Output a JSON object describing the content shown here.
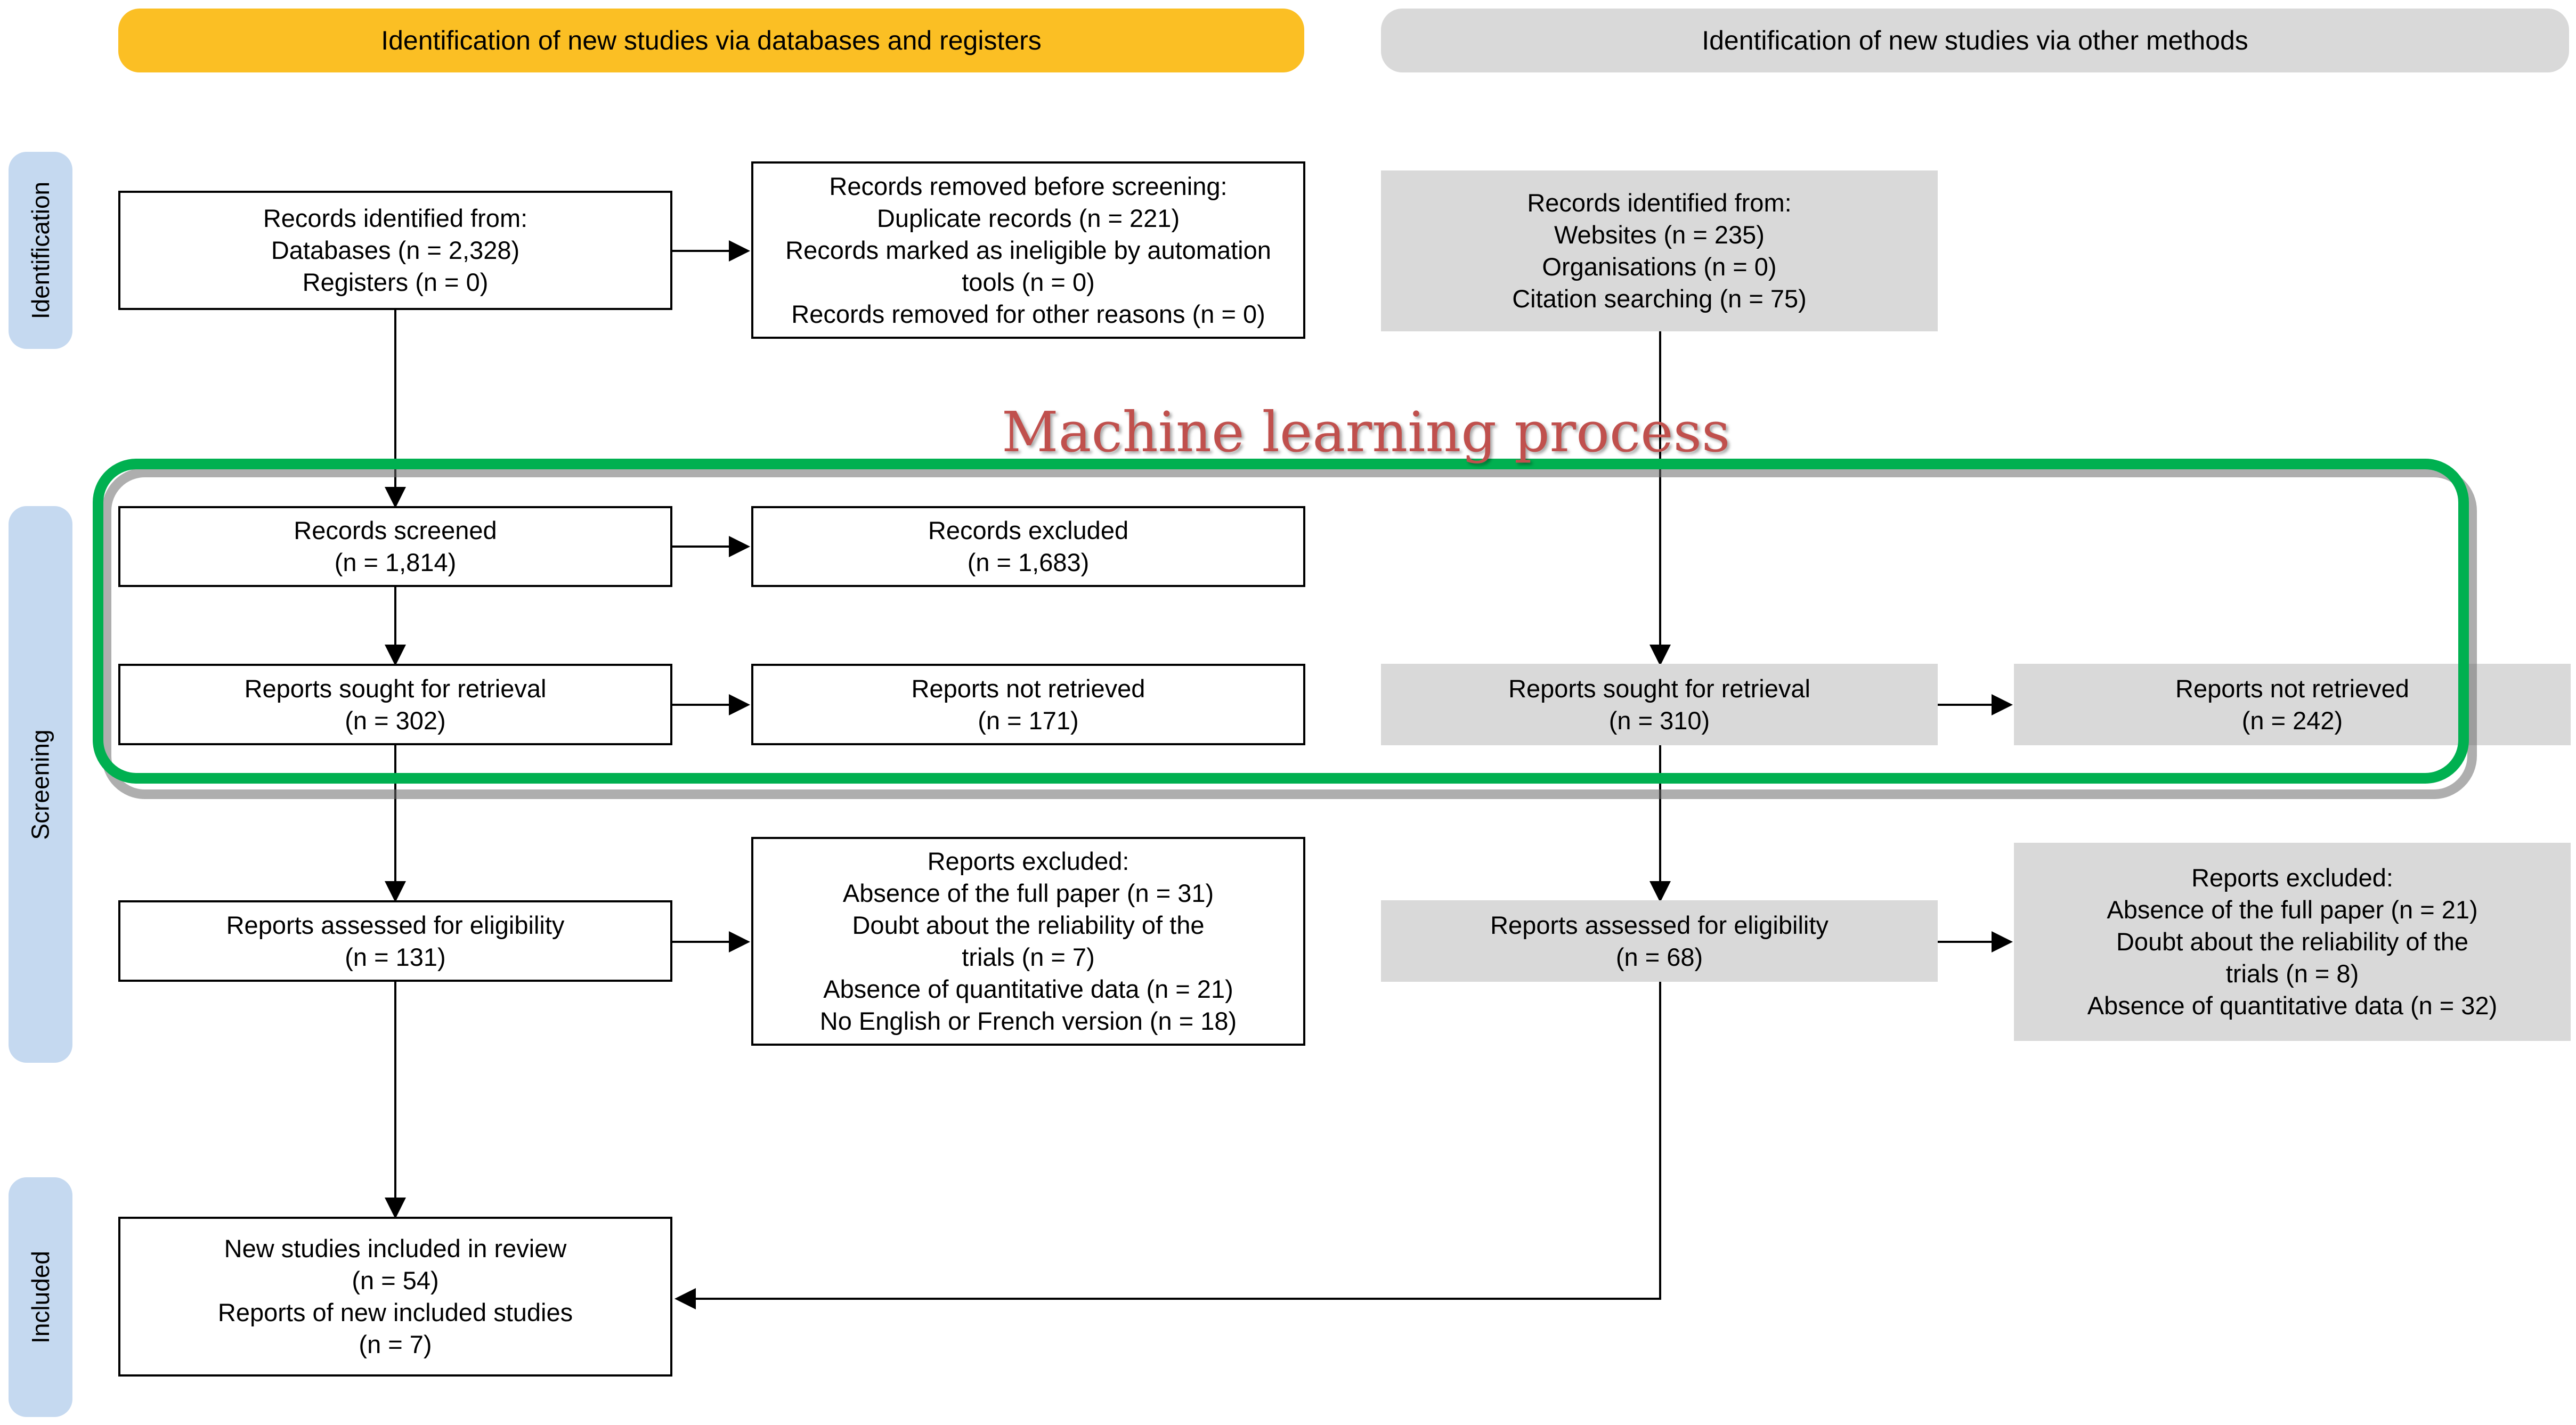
{
  "colors": {
    "header_db": "#fbbf24",
    "header_other": "#d9d9d9",
    "phase": "#c5d9f0",
    "ml_frame": "#00b050",
    "ml_label": "#c0504d",
    "grey_box": "#d9d9d9"
  },
  "headers": {
    "db": "Identification of new studies via databases and registers",
    "other": "Identification of new studies via other methods"
  },
  "phases": {
    "identification": "Identification",
    "screening": "Screening",
    "included": "Included"
  },
  "ml_label": "Machine learning process",
  "db": {
    "identified": [
      "Records identified from:",
      "Databases (n = 2,328)",
      "Registers (n = 0)"
    ],
    "removed": [
      "Records removed before screening:",
      "Duplicate records (n = 221)",
      "Records marked as ineligible by automation",
      "tools (n = 0)",
      "Records removed for other reasons (n = 0)"
    ],
    "screened": [
      "Records screened",
      "(n = 1,814)"
    ],
    "excluded": [
      "Records excluded",
      "(n = 1,683)"
    ],
    "sought": [
      "Reports sought for retrieval",
      "(n = 302)"
    ],
    "not_retrieved": [
      "Reports not retrieved",
      "(n = 171)"
    ],
    "assessed": [
      "Reports assessed for eligibility",
      "(n = 131)"
    ],
    "reports_excluded": [
      "Reports excluded:",
      "Absence of the full paper (n = 31)",
      "Doubt about the reliability of the",
      "trials (n = 7)",
      "Absence of quantitative data (n = 21)",
      "No English or French version (n = 18)"
    ],
    "included": [
      "New studies included in review",
      "(n = 54)",
      "Reports of new included studies",
      "(n = 7)"
    ]
  },
  "other": {
    "identified": [
      "Records identified from:",
      "Websites (n = 235)",
      "Organisations (n = 0)",
      "Citation searching (n = 75)"
    ],
    "sought": [
      "Reports sought for retrieval",
      "(n = 310)"
    ],
    "not_retrieved": [
      "Reports not retrieved",
      "(n = 242)"
    ],
    "assessed": [
      "Reports assessed for eligibility",
      "(n = 68)"
    ],
    "reports_excluded": [
      "Reports excluded:",
      "Absence of the full paper (n = 21)",
      "Doubt about the reliability of the",
      "trials (n = 8)",
      "Absence of quantitative data (n = 32)"
    ]
  }
}
